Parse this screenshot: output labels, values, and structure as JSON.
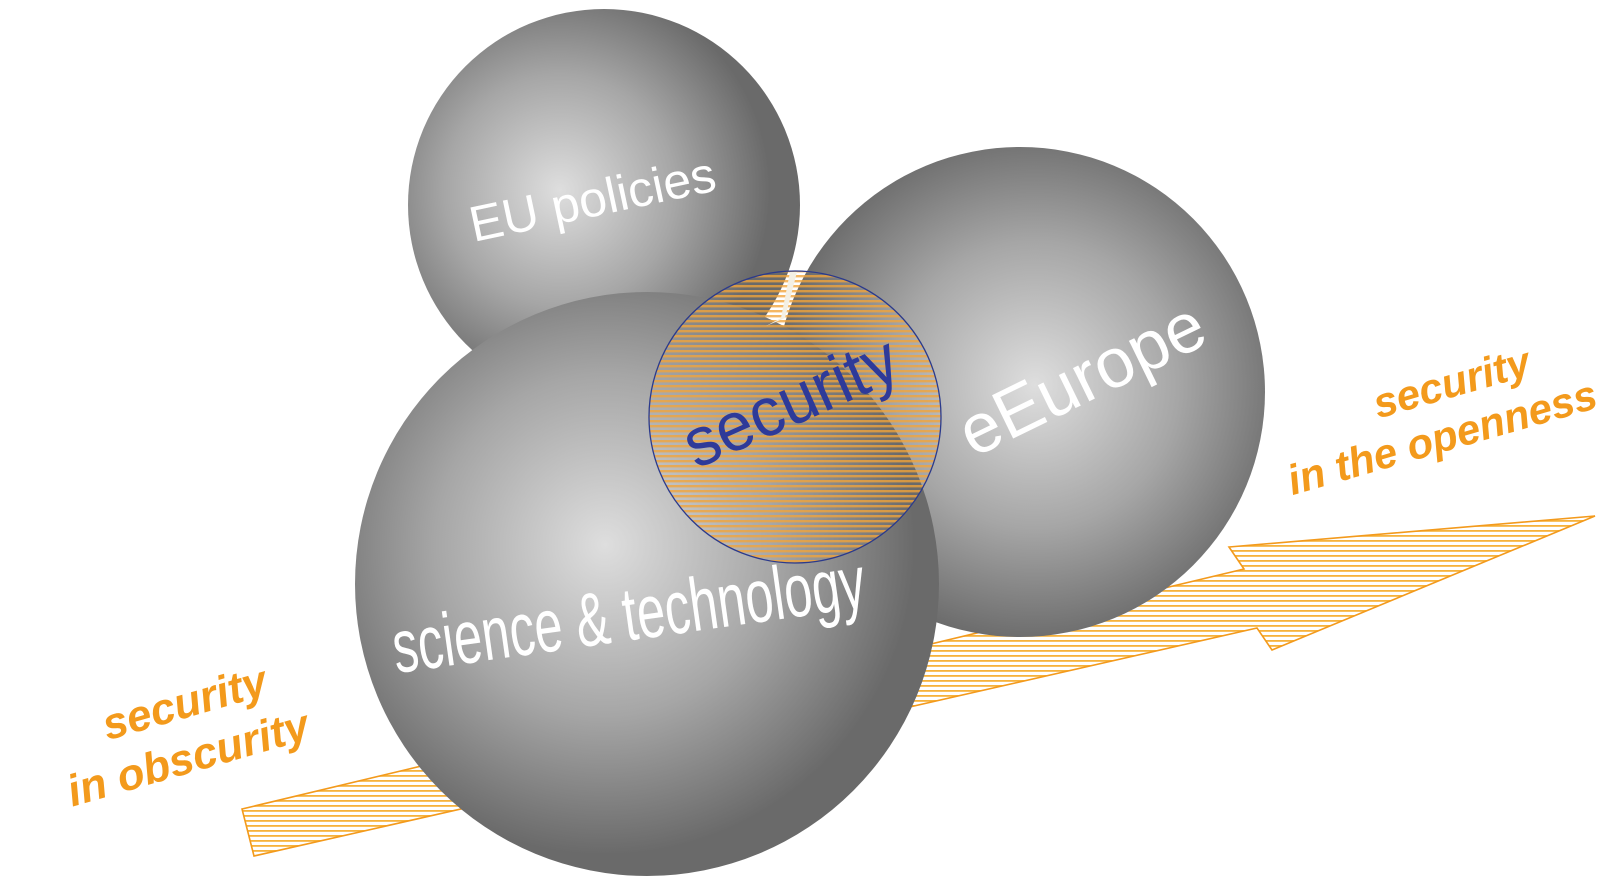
{
  "spheres": {
    "eu_policies": {
      "label": "EU policies"
    },
    "science_technology": {
      "label": "science & technology"
    },
    "eeurope": {
      "label": "eEurope"
    }
  },
  "center": {
    "label": "security"
  },
  "arrow": {
    "start_label": [
      "security",
      "in obscurity"
    ],
    "end_label": [
      "security",
      "in the openness"
    ]
  },
  "colors": {
    "accent": "#f39a1c",
    "hatch": "#f7b23b",
    "center_text": "#2e3a99",
    "sphere_light": "#dcdcdc",
    "sphere_dark": "#6a6a6a"
  }
}
